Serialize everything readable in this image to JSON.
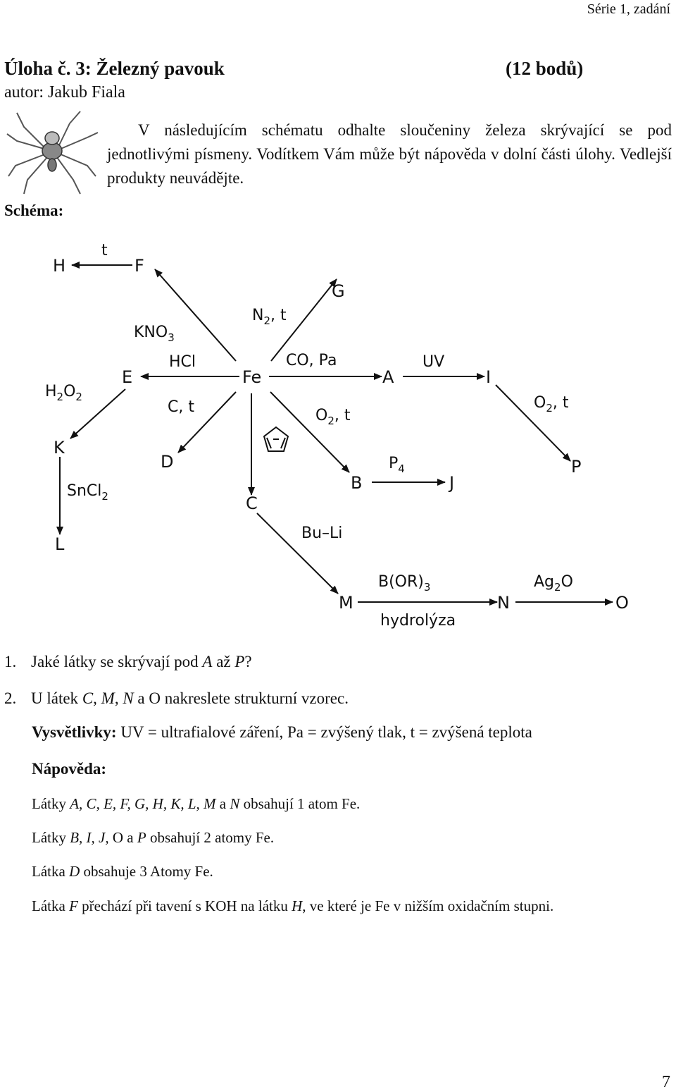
{
  "header": {
    "series": "Série 1, zadání"
  },
  "task": {
    "title": "Úloha č. 3: Železný pavouk",
    "points": "(12 bodů)",
    "author": "autor: Jakub Fiala",
    "intro": "V následujícím schématu odhalte sloučeniny železa skrývající se pod jednotlivými písmeny. Vodítkem Vám může být nápověda v dolní části úlohy. Vedlejší produkty neuvádějte.",
    "schema_label": "Schéma:"
  },
  "scheme": {
    "nodes": {
      "H": "H",
      "F": "F",
      "G": "G",
      "E": "E",
      "Fe": "Fe",
      "A": "A",
      "I": "I",
      "K": "K",
      "D": "D",
      "C": "C",
      "B": "B",
      "J": "J",
      "P": "P",
      "L": "L",
      "M": "M",
      "N": "N",
      "O": "O"
    },
    "reagents": {
      "t": "t",
      "kno3_main": "KNO",
      "kno3_sub": "3",
      "n2t_main": "N",
      "n2t_sub": "2",
      "n2t_rest": ", t",
      "hcl": "HCl",
      "copa": "CO, Pa",
      "uv": "UV",
      "h2o2_a": "H",
      "h2o2_s1": "2",
      "h2o2_b": "O",
      "h2o2_s2": "2",
      "ct": "C, t",
      "o2t_main": "O",
      "o2t_sub": "2",
      "o2t_rest": ", t",
      "o2t2_main": "O",
      "o2t2_sub": "2",
      "o2t2_rest": ", t",
      "p4_main": "P",
      "p4_sub": "4",
      "sncl2_main": "SnCl",
      "sncl2_sub": "2",
      "buli": "Bu–Li",
      "bor3_main": "B(OR)",
      "bor3_sub": "3",
      "hydrolyza": "hydrolýza",
      "ag2o_a": "Ag",
      "ag2o_sub": "2",
      "ag2o_b": "O"
    }
  },
  "questions": [
    {
      "num": "1.",
      "pre": "Jaké látky se skrývají pod ",
      "a": "A",
      "mid": " až ",
      "b": "P",
      "post": "?"
    },
    {
      "num": "2.",
      "pre": "U látek ",
      "c": "C",
      "s1": ", ",
      "m": "M",
      "s2": ", ",
      "n": "N",
      "post": " a O nakreslete strukturní vzorec."
    }
  ],
  "explanations": {
    "label": "Vysvětlivky:",
    "text": " UV = ultrafialové záření, Pa = zvýšený tlak, t = zvýšená teplota"
  },
  "hints": {
    "title": "Nápověda:",
    "h1": {
      "pre": "Látky ",
      "list": "A, C, E, F, G, H, K, L, M",
      "mid": " a ",
      "last": "N",
      "post": " obsahují 1 atom Fe."
    },
    "h2": {
      "pre": "Látky ",
      "list": "B, I, J,",
      "mid": " O a ",
      "last": "P",
      "post": " obsahují 2 atomy Fe."
    },
    "h3": {
      "pre": "Látka ",
      "var": "D",
      "post": " obsahuje 3 Atomy Fe."
    },
    "h4": {
      "pre": "Látka ",
      "var1": "F",
      "mid": " přechází při tavení s KOH na látku ",
      "var2": "H",
      "post": ", ve které je Fe v nižším oxidačním stupni."
    }
  },
  "page_number": "7"
}
